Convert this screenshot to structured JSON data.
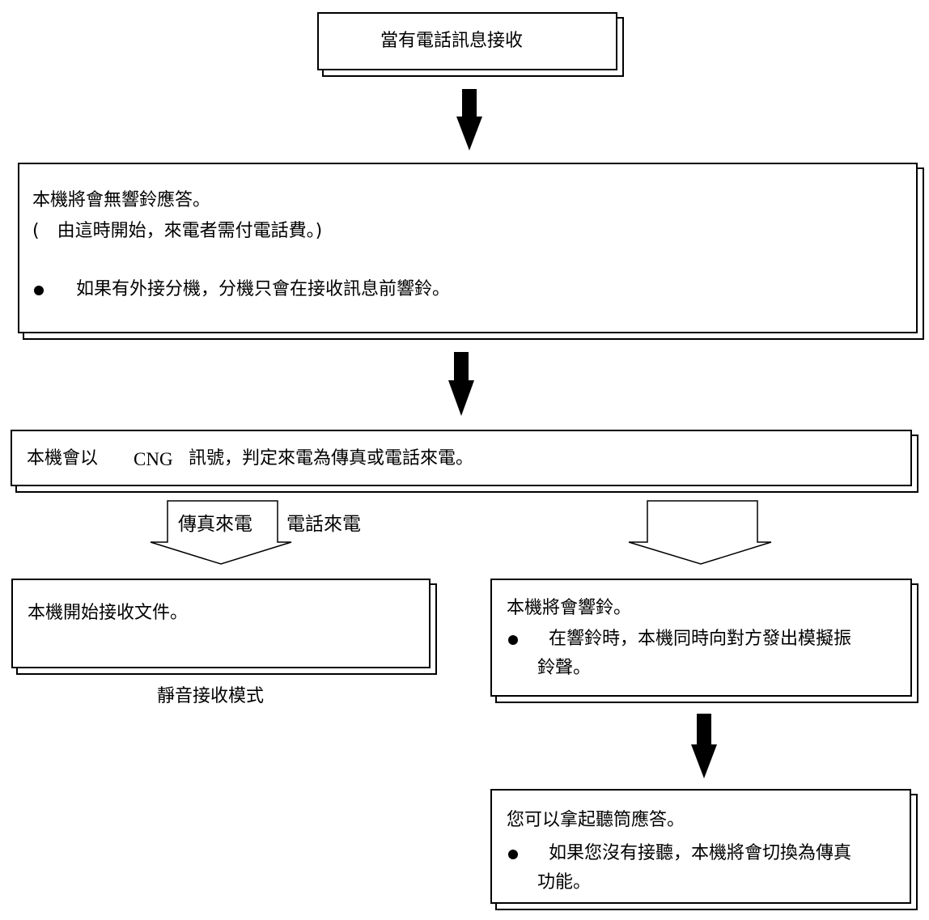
{
  "diagram": {
    "start": {
      "text": "當有電話訊息接收"
    },
    "step1": {
      "line1": "本機將會無響鈴應答。",
      "line2": "(　由這時開始，來電者需付電話費。)",
      "bullet": "如果有外接分機，分機只會在接收訊息前響鈴。"
    },
    "step2": {
      "prefix": "本機會以",
      "cng": "CNG",
      "suffix": "訊號，判定來電為傳真或電話來電。"
    },
    "branch_fax": {
      "label": "傳真來電"
    },
    "branch_phone": {
      "label": "電話來電"
    },
    "fax_result": {
      "text": "本機開始接收文件。",
      "caption": "靜音接收模式"
    },
    "phone_result": {
      "line1": "本機將會響鈴。",
      "bullet_line1": "在響鈴時，本機同時向對方發出模擬振",
      "bullet_line2": "鈴聲。"
    },
    "answer": {
      "line1": "您可以拿起聽筒應答。",
      "bullet_line1": "如果您沒有接聽，本機將會切換為傳真",
      "bullet_line2": "功能。"
    }
  }
}
